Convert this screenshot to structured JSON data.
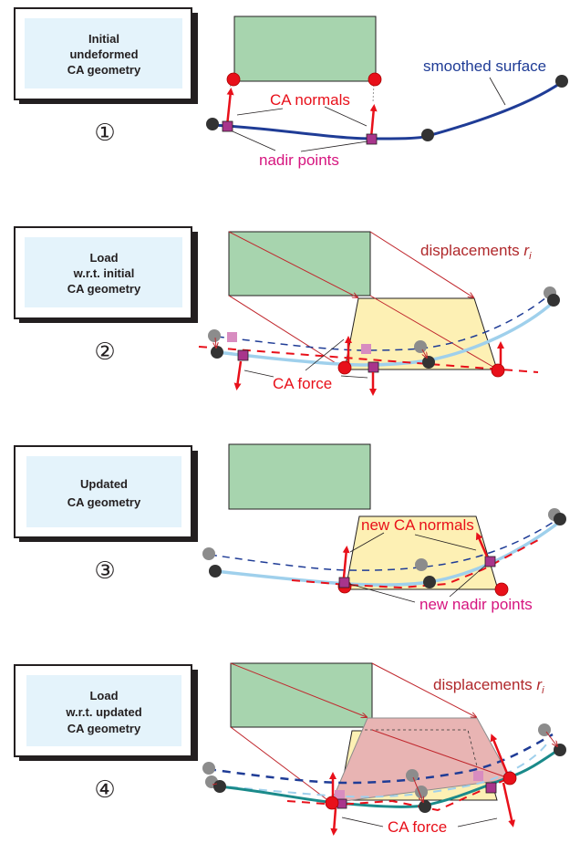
{
  "colors": {
    "box_fill": "#e4f3fb",
    "box_border": "#231f20",
    "green_block": "#a7d4ae",
    "yellow_block": "#fdf0b4",
    "pink_block": "#e8b4b3",
    "surface_blue": "#1f3c96",
    "surface_light": "#9fd0ec",
    "surface_teal": "#1a8a8a",
    "red": "#e8101a",
    "nadir": "#a8358c",
    "nadir_old": "#d88cc0",
    "node_dark": "#333333",
    "node_gray": "#8c8c8c"
  },
  "steps": [
    {
      "number": "①",
      "box_lines": [
        "Initial",
        "undeformed",
        "CA geometry"
      ],
      "labels": {
        "normals": "CA normals",
        "nadir": "nadir points",
        "surface": "smoothed surface"
      }
    },
    {
      "number": "②",
      "box_lines": [
        "Load",
        "w.r.t. initial",
        "CA geometry"
      ],
      "labels": {
        "displacements": "displacements ",
        "displacements_symbol": "r",
        "displacements_subscript": "i",
        "force": "CA force"
      }
    },
    {
      "number": "③",
      "box_lines": [
        "Updated",
        "CA geometry"
      ],
      "labels": {
        "normals": "new CA normals",
        "nadir": "new nadir points"
      }
    },
    {
      "number": "④",
      "box_lines": [
        "Load",
        "w.r.t. updated",
        "CA geometry"
      ],
      "labels": {
        "displacements": "displacements ",
        "displacements_symbol": "r",
        "displacements_subscript": "i",
        "force": "CA force"
      }
    }
  ]
}
